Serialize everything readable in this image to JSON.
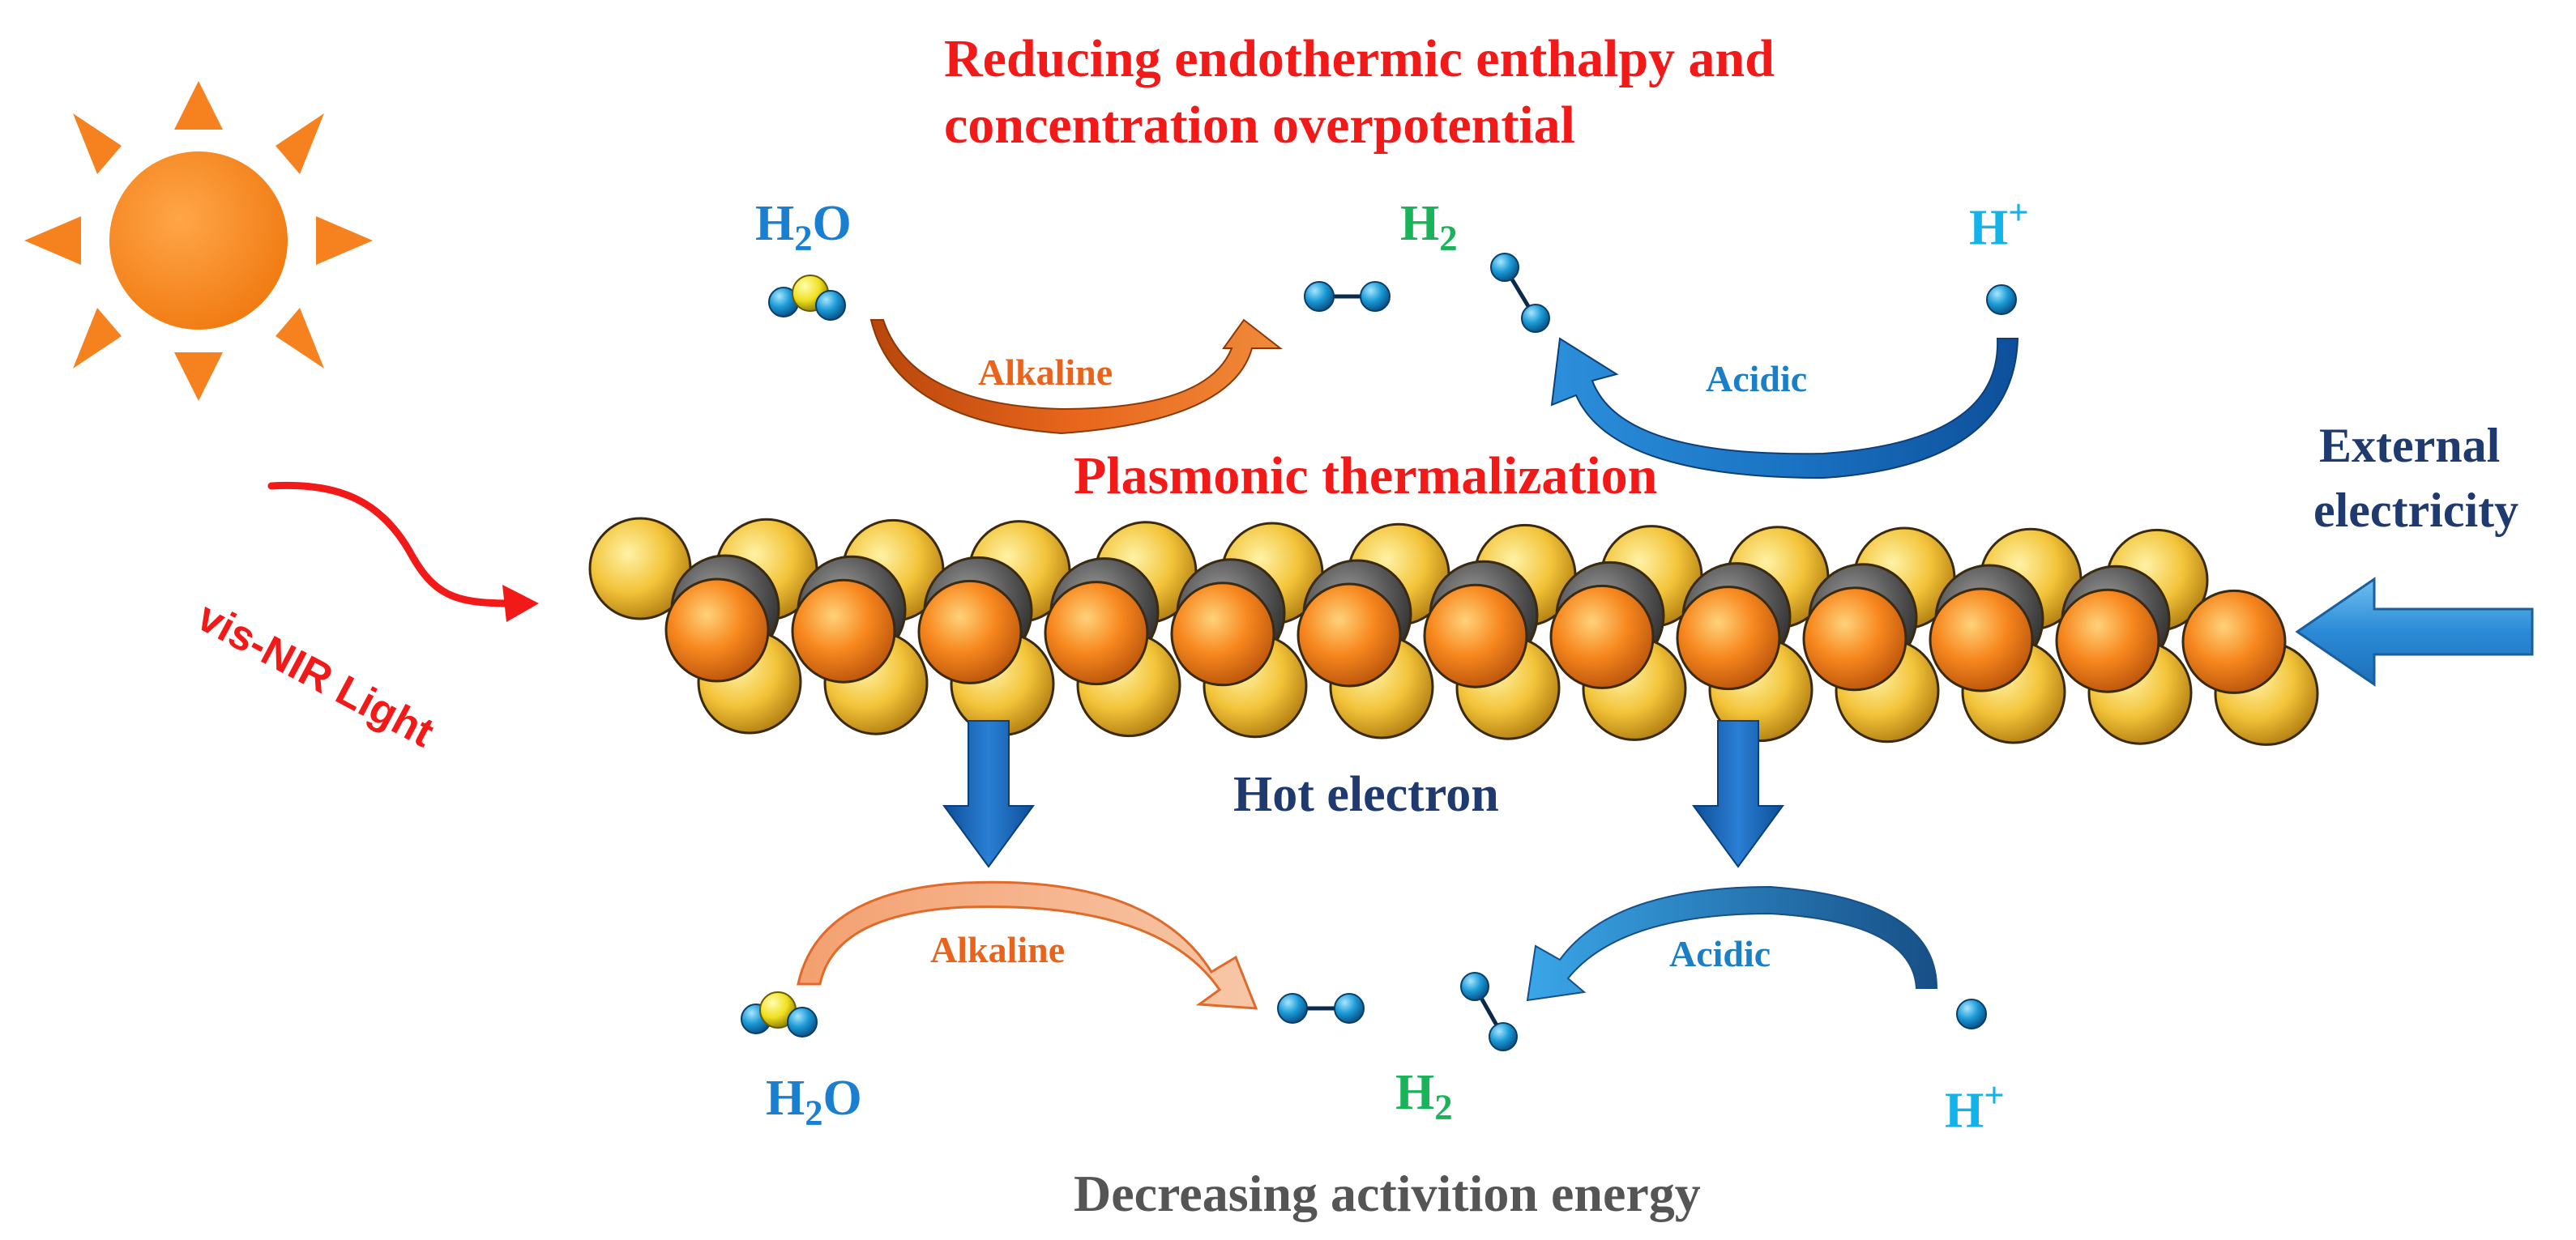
{
  "texts": {
    "title_line1": "Reducing endothermic enthalpy and",
    "title_line2": "concentration overpotential",
    "top_h2o": "H",
    "top_h2o_sub": "2",
    "top_h2o_tail": "O",
    "top_h2": "H",
    "top_h2_sub": "2",
    "top_hplus": "H",
    "top_hplus_sup": "+",
    "top_alkaline": "Alkaline",
    "top_acidic": "Acidic",
    "plasmonic": "Plasmonic thermalization",
    "light": "vis-NIR Light",
    "external_line1": "External",
    "external_line2": "electricity",
    "hot_electron": "Hot electron",
    "bottom_alkaline": "Alkaline",
    "bottom_acidic": "Acidic",
    "bottom_h2o": "H",
    "bottom_h2o_sub": "2",
    "bottom_h2o_tail": "O",
    "bottom_h2": "H",
    "bottom_h2_sub": "2",
    "bottom_hplus": "H",
    "bottom_hplus_sup": "+",
    "bottom_caption": "Decreasing activition energy"
  },
  "colors": {
    "title_red": "#f21919",
    "h2o_blue": "#1a7fd0",
    "h2_green": "#19b45a",
    "hplus_cyan": "#12b3e8",
    "alkaline_orange": "#e8641c",
    "acidic_blue": "#1a7fc6",
    "navy": "#1f3a6e",
    "gray_caption": "#555555",
    "sun_orange": "#f5821f",
    "arrow_blue": "#1565c0"
  },
  "icons": [
    "sun-icon",
    "light-wave-icon",
    "water-molecule-icon",
    "hydrogen-molecule-icon",
    "proton-icon",
    "electricity-arrow-icon",
    "hot-electron-arrow-icon"
  ]
}
